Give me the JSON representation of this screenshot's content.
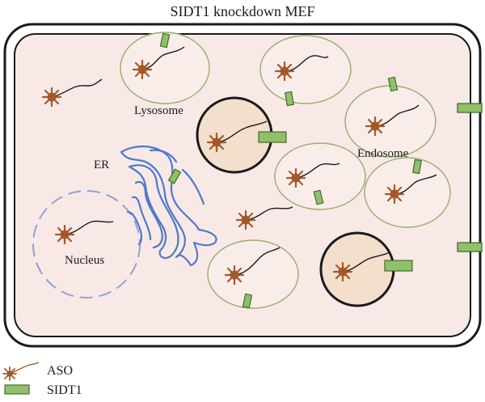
{
  "title": "SIDT1 knockdown MEF",
  "labels": {
    "lysosome": "Lysosome",
    "endosome": "Endosome",
    "er": "ER",
    "nucleus": "Nucleus"
  },
  "legend": {
    "aso": "ASO",
    "sidt1": "SIDT1"
  },
  "colors": {
    "cytoplasm": "#f8e9e6",
    "cell_border": "#1a1a1a",
    "vesicle_border": "#97ad6e",
    "lysosome_fill": "#f3dfcc",
    "aso": "#a4582a",
    "sidt1": "#8fc06a",
    "er": "#4f79c9",
    "nucleus": "#8ea3d6"
  }
}
